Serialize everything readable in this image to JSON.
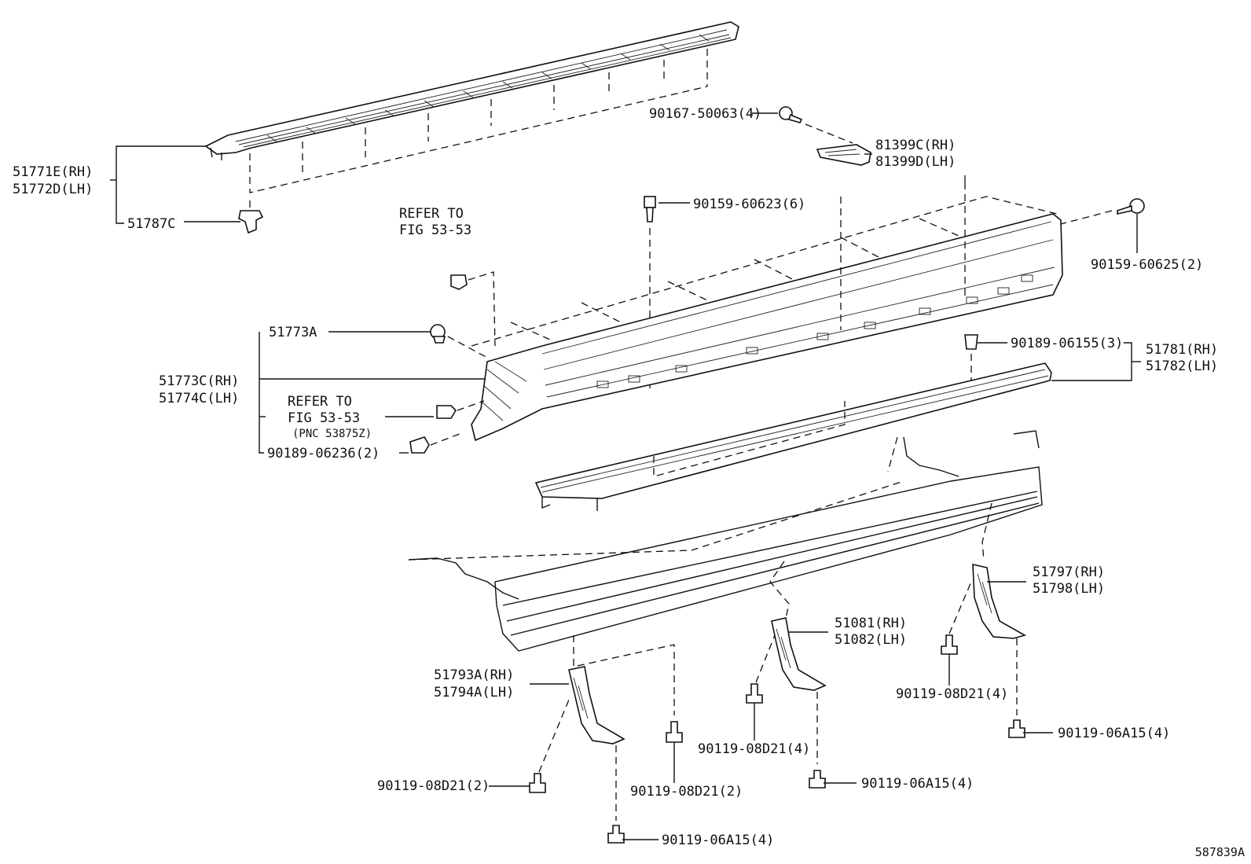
{
  "callouts": {
    "c51771E": "51771E(RH)",
    "c51772D": "51772D(LH)",
    "c51787C": "51787C",
    "c90167": "90167-50063(4)",
    "c81399C": "81399C(RH)",
    "c81399D": "81399D(LH)",
    "c90159a": "90159-60623(6)",
    "c90159b": "90159-60625(2)",
    "refer1a": "REFER TO",
    "refer1b": "FIG 53-53",
    "c51773A": "51773A",
    "c51773C": "51773C(RH)",
    "c51774C": "51774C(LH)",
    "refer2a": "REFER TO",
    "refer2b": "FIG 53-53",
    "refer2c": "(PNC 53875Z)",
    "c90189a": "90189-06236(2)",
    "c90189b": "90189-06155(3)",
    "c51781": "51781(RH)",
    "c51782": "51782(LH)",
    "c51797": "51797(RH)",
    "c51798": "51798(LH)",
    "c51081": "51081(RH)",
    "c51082": "51082(LH)",
    "c51793A": "51793A(RH)",
    "c51794A": "51794A(LH)",
    "c90119_08_4a": "90119-08D21(4)",
    "c90119_08_4b": "90119-08D21(4)",
    "c90119_06_4a": "90119-06A15(4)",
    "c90119_06_4b": "90119-06A15(4)",
    "c90119_08_2a": "90119-08D21(2)",
    "c90119_08_2b": "90119-08D21(2)",
    "c90119_06_4c": "90119-06A15(4)"
  },
  "drawing_code": "587839A"
}
